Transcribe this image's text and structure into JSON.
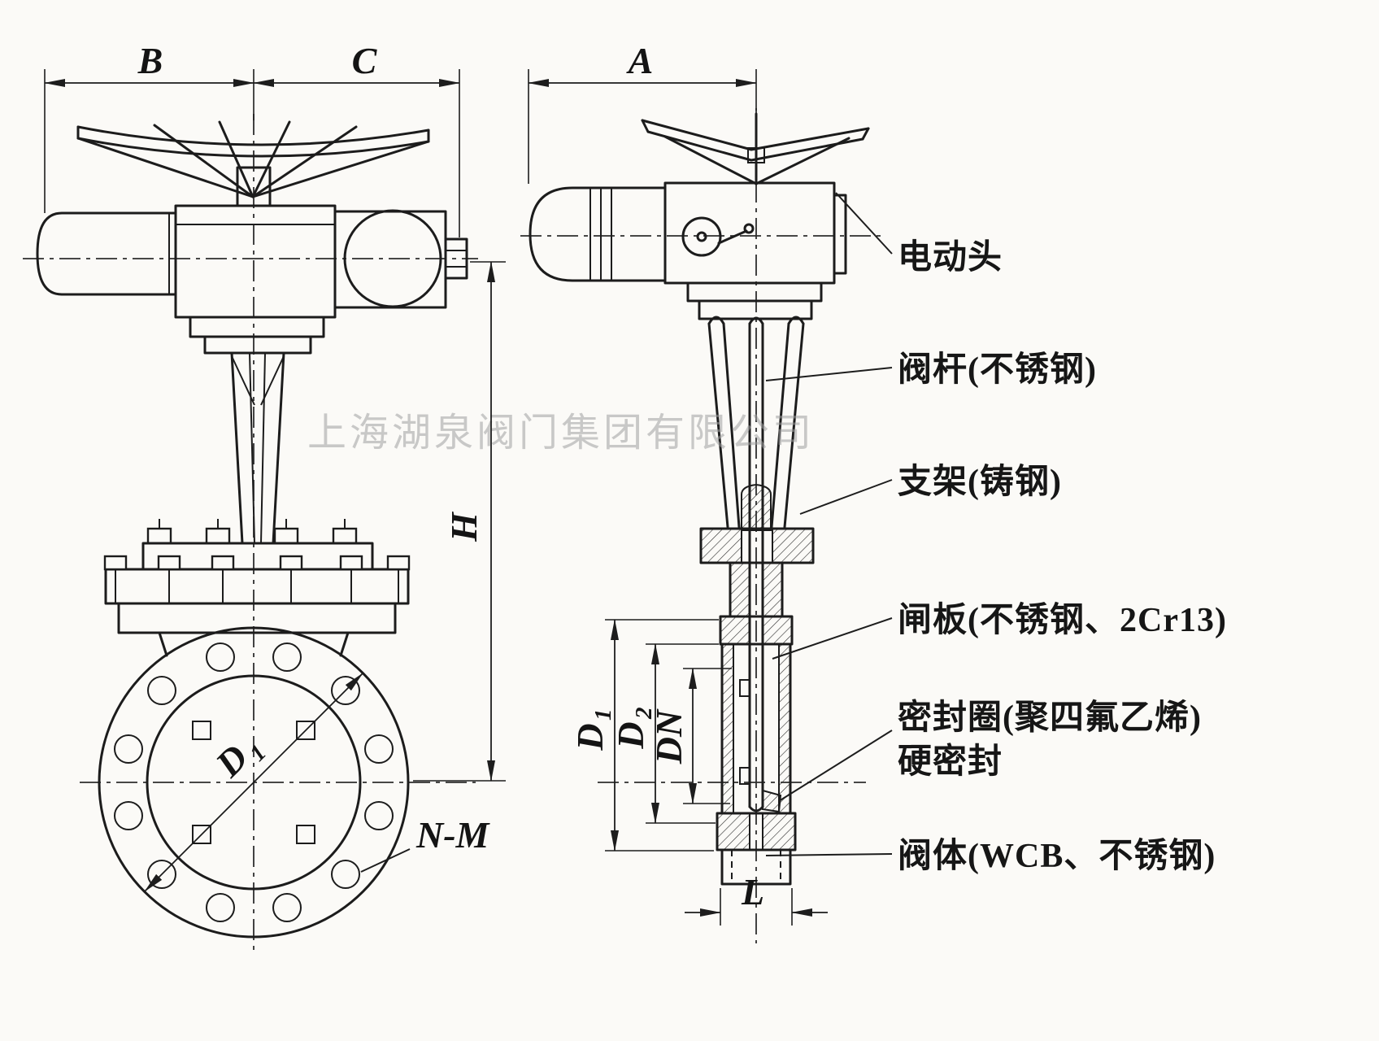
{
  "watermark": "上海湖泉阀门集团有限公司",
  "dims": {
    "a": "A",
    "b": "B",
    "c": "C",
    "h": "H",
    "dn": "DN",
    "l": "L",
    "n_m": "N-M",
    "d1": {
      "letter": "D",
      "sub": "1"
    },
    "d2": {
      "letter": "D",
      "sub": "2"
    }
  },
  "annotations": {
    "actuator": "电动头",
    "stem": "阀杆(不锈钢)",
    "bracket": "支架(铸钢)",
    "gate": "闸板(不锈钢、2Cr13)",
    "seal_line1": "密封圈(聚四氟乙烯)",
    "seal_line2": "硬密封",
    "body": "阀体(WCB、不锈钢)"
  },
  "colors": {
    "line": "#1c1c1c",
    "seal_red": "#9b2b22",
    "watermark_gray": "#a0a0a0"
  }
}
